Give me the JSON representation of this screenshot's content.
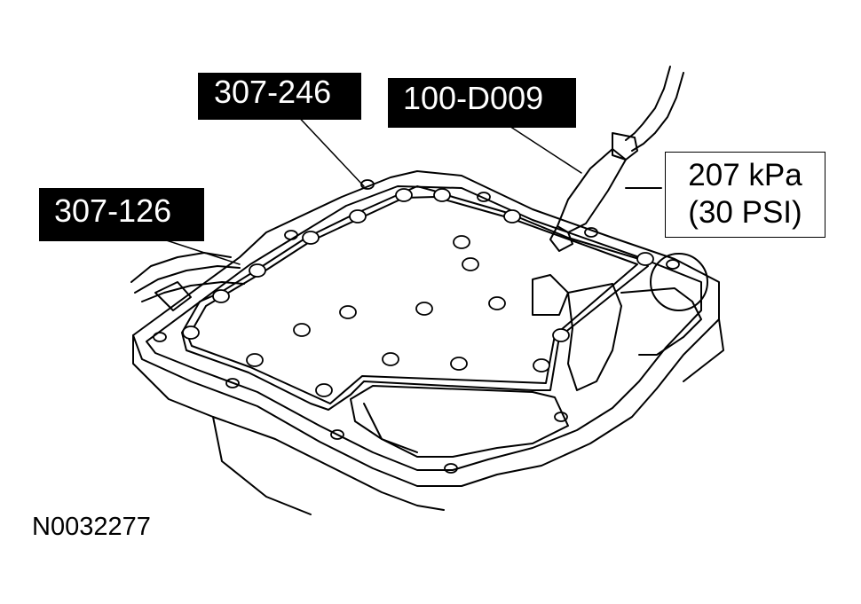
{
  "callouts": {
    "tool_1": "307-246",
    "tool_2": "100-D009",
    "tool_3": "307-126"
  },
  "spec": {
    "pressure_kpa": "207 kPa",
    "pressure_psi": "(30 PSI)"
  },
  "figure_id": "N0032277",
  "colors": {
    "ink": "#000000",
    "paper": "#ffffff"
  }
}
